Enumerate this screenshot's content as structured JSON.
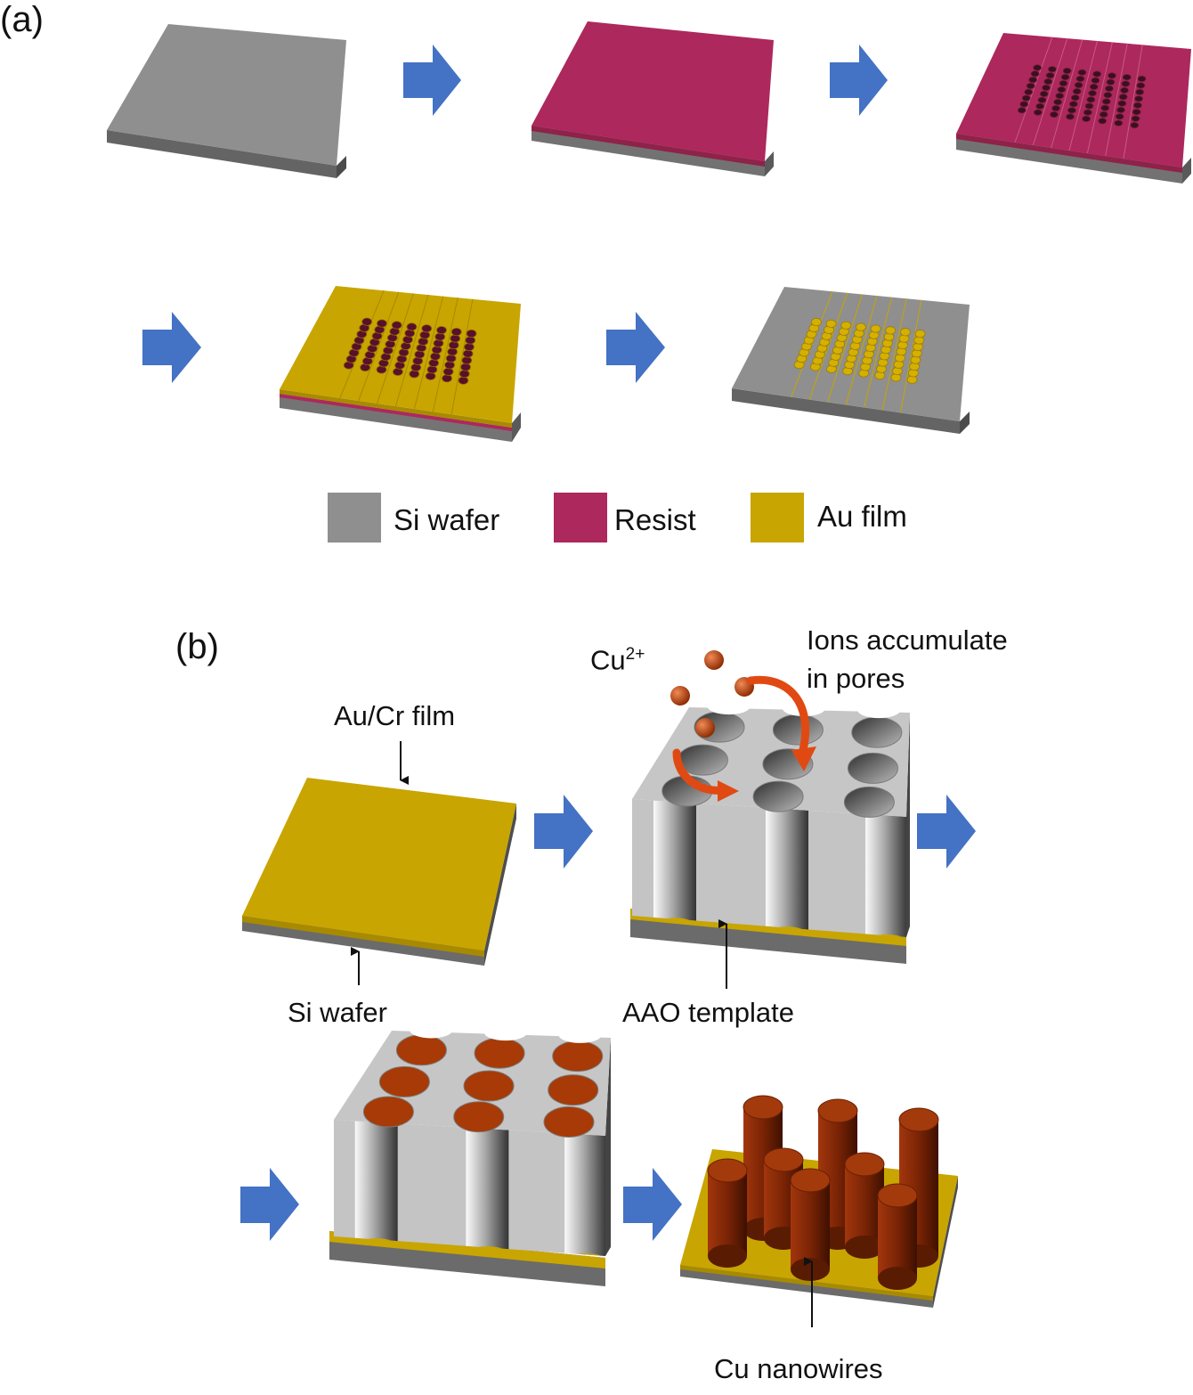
{
  "panel_a": {
    "label": "(a)",
    "legend": [
      {
        "label": "Si wafer",
        "color": "#8f8f8f"
      },
      {
        "label": "Resist",
        "color": "#ad285c"
      },
      {
        "label": "Au film",
        "color": "#c8a500"
      }
    ]
  },
  "panel_b": {
    "label": "(b)",
    "ion_label": "Cu",
    "ion_charge": "2+",
    "ions_note_line1": "Ions accumulate",
    "ions_note_line2": "in pores",
    "aucr_label": "Au/Cr film",
    "si_label": "Si wafer",
    "aao_label": "AAO template",
    "cu_label": "Cu nanowires"
  },
  "colors": {
    "arrow": "#4472c4",
    "si_top": "#8f8f8f",
    "resist": "#ad285c",
    "gold": "#c8a500",
    "copper": "#8b2c08",
    "aao": "#bdbdbd"
  }
}
